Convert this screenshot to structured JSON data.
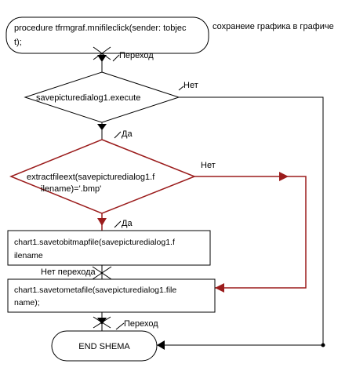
{
  "procedure": {
    "line1": "procedure tfrmgraf.mnifileclick(sender: tobjec",
    "line2": "t);",
    "comment": "сохранеие графика в графиче"
  },
  "labels": {
    "transition_top": "Переход",
    "yes_1": "Да",
    "no_1": "Нет",
    "yes_2": "Да",
    "no_2": "Нет",
    "no_transition": "Нет перехода",
    "transition_bottom": "Переход"
  },
  "decision1": {
    "text": "savepicturedialog1.execute"
  },
  "decision2": {
    "line1": "extractfileext(savepicturedialog1.f",
    "line2": "ilename)='.bmp'"
  },
  "action1": {
    "line1": "chart1.savetobitmapfile(savepicturedialog1.f",
    "line2": "ilename"
  },
  "action2": {
    "line1": "chart1.savetometafile(savepicturedialog1.file",
    "line2": "name);"
  },
  "end": {
    "label": "END SHEMA"
  },
  "colors": {
    "stroke": "#000000",
    "highlight": "#9b1c1c"
  }
}
